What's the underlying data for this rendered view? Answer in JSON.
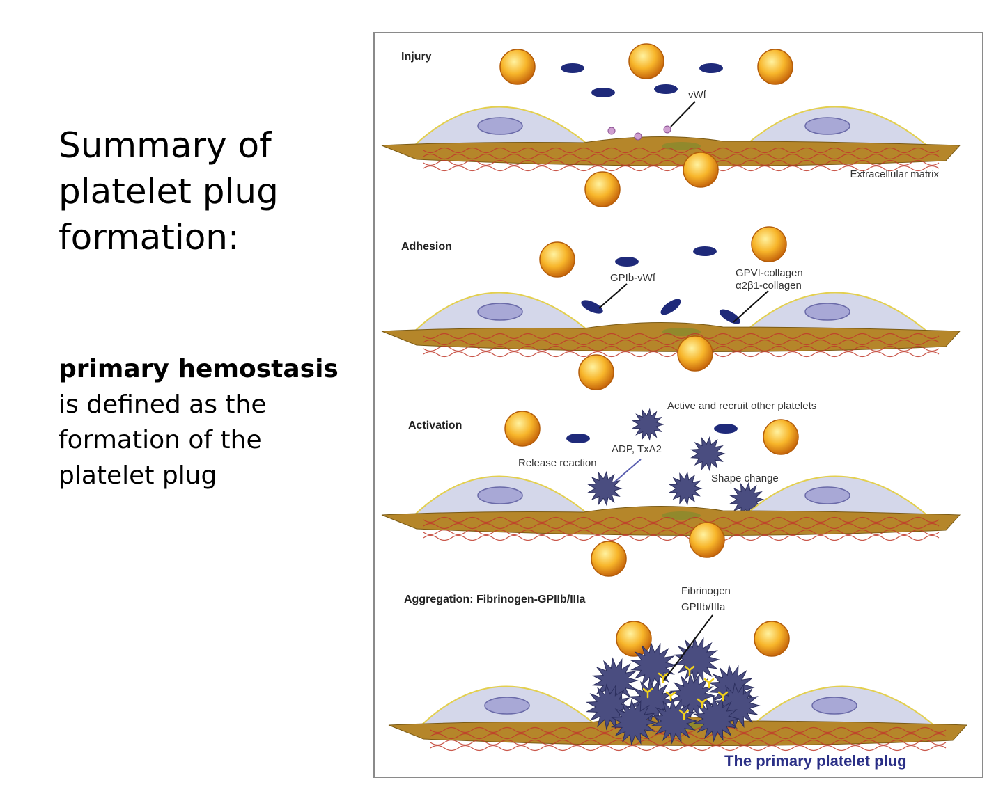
{
  "slide": {
    "title": "Summary of platelet plug formation:",
    "definition_strong": "primary hemostasis",
    "definition_rest": "is defined as the formation of the platelet plug"
  },
  "figure": {
    "stages": [
      {
        "title": "Injury",
        "labels": [
          "vWf",
          "Extracellular matrix"
        ]
      },
      {
        "title": "Adhesion",
        "labels": [
          "GPIb-vWf",
          "GPVI-collagen",
          "α2β1-collagen"
        ]
      },
      {
        "title": "Activation",
        "labels": [
          "Active and recruit other platelets",
          "ADP, TxA2",
          "Release reaction",
          "Shape change"
        ]
      },
      {
        "title": "Aggregation: Fibrinogen-GPIIb/IIIa",
        "labels": [
          "Fibrinogen",
          "GPIIb/IIIa"
        ]
      }
    ],
    "caption": "The primary platelet plug"
  },
  "colors": {
    "rbc": "#f5a11a",
    "platelet": "#1f2a7a",
    "activated_platelet": "#4a4d80",
    "endothelium": "#d4d7ea",
    "nucleus": "#a8a8d6",
    "matrix": "#b5862a",
    "collagen": "#c0392b",
    "caption": "#2a2f86"
  }
}
